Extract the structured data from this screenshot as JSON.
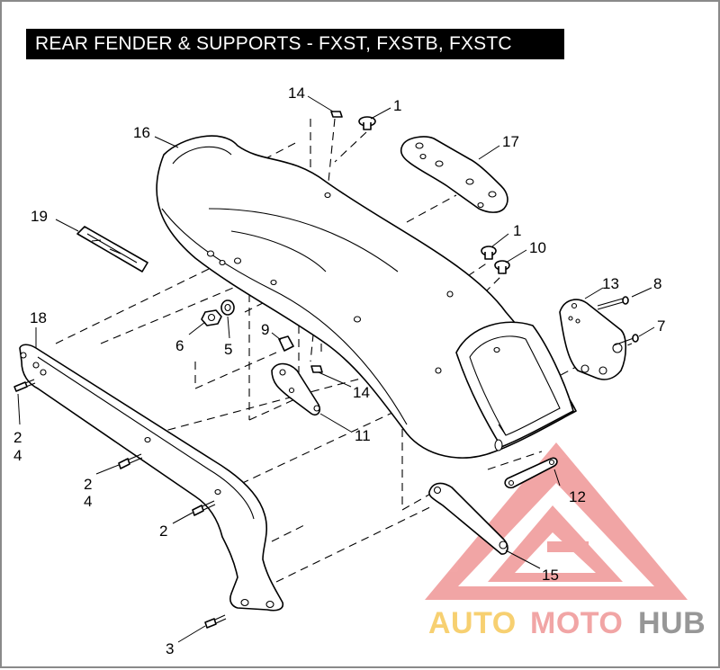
{
  "title": "REAR FENDER & SUPPORTS - FXST, FXSTB, FXSTC",
  "callouts": {
    "c1a": "1",
    "c1b": "1",
    "c2a": "2",
    "c2b": "2",
    "c2c": "2",
    "c3": "3",
    "c4a": "4",
    "c4b": "4",
    "c5": "5",
    "c6": "6",
    "c7": "7",
    "c8": "8",
    "c9": "9",
    "c10": "10",
    "c11": "11",
    "c12": "12",
    "c13": "13",
    "c14a": "14",
    "c14b": "14",
    "c15": "15",
    "c16": "16",
    "c17": "17",
    "c18": "18",
    "c19": "19"
  },
  "watermark": {
    "text_auto": "AUTO",
    "text_moto": "MOTO",
    "text_hub": "HUB",
    "color_auto": "#f5c34a",
    "color_moto": "#ee8d8d",
    "color_hub": "#7a7a7a",
    "triangle_color": "#ee8d8d"
  }
}
